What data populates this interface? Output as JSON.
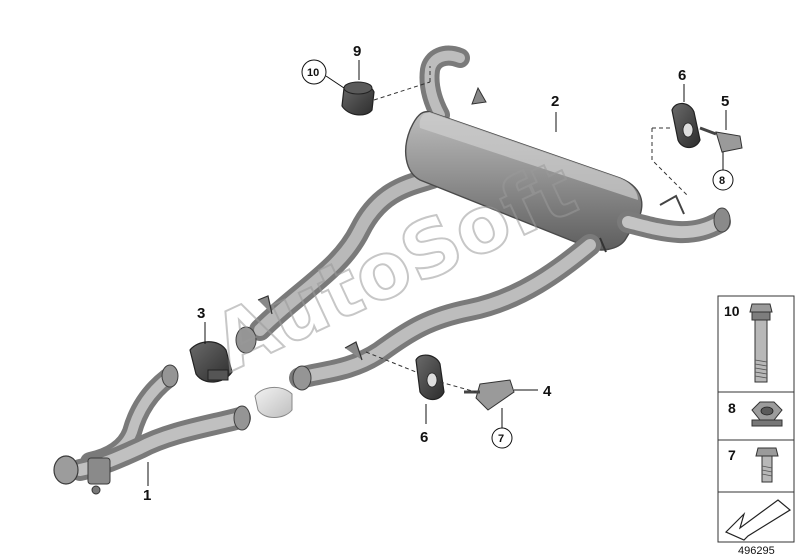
{
  "diagram": {
    "callouts": {
      "p1": "1",
      "p2": "2",
      "p3": "3",
      "p4": "4",
      "p5": "5",
      "p6a": "6",
      "p6b": "6",
      "p7": "7",
      "p8": "8",
      "p9": "9",
      "p10": "10"
    },
    "legend_panel": {
      "items": [
        {
          "number": "10"
        },
        {
          "number": "8"
        },
        {
          "number": "7"
        }
      ]
    },
    "watermark": "AutoSoft",
    "diagram_id": "496295"
  }
}
